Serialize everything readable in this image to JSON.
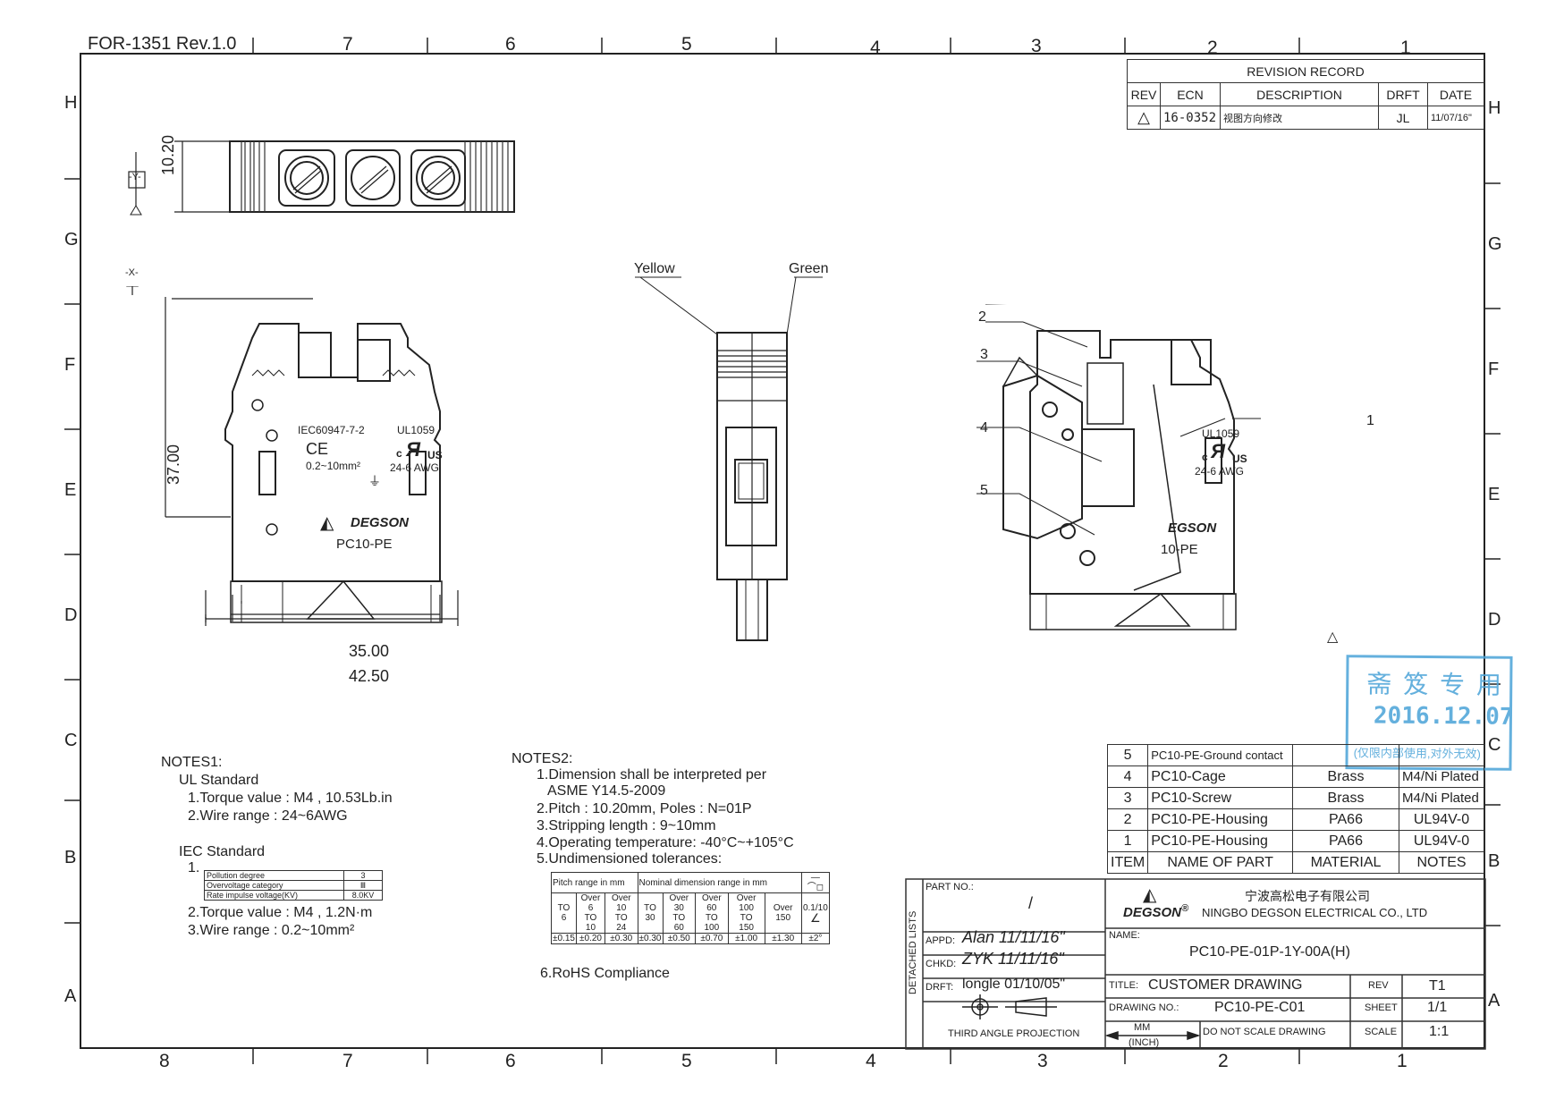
{
  "form_ref": "FOR-1351 Rev.1.0",
  "border": {
    "top_cols": [
      "7",
      "6",
      "5",
      "4",
      "3",
      "2",
      "1"
    ],
    "bottom_cols": [
      "8",
      "7",
      "6",
      "5",
      "4",
      "3",
      "2",
      "1"
    ],
    "left_rows": [
      "H",
      "G",
      "F",
      "E",
      "D",
      "C",
      "B",
      "A"
    ],
    "right_rows": [
      "H",
      "G",
      "F",
      "E",
      "D",
      "C",
      "B",
      "A"
    ]
  },
  "revision": {
    "title": "REVISION RECORD",
    "headers": [
      "REV",
      "ECN",
      "DESCRIPTION",
      "DRFT",
      "DATE"
    ],
    "row": {
      "rev": "△",
      "ecn": "16-0352",
      "desc": "视图方向修改",
      "drft": "JL",
      "date": "11/07/16\""
    }
  },
  "top_view": {
    "datum": "-Y-",
    "dim": "10.20"
  },
  "front_view": {
    "datum": "-X-",
    "height": "37.00",
    "w1": "35.00",
    "w2": "42.50",
    "iec": "IEC60947-7-2",
    "ul": "UL1059",
    "ce": "CE",
    "mm": "0.2~10mm²",
    "awg": "24-6 AWG",
    "brand": "DEGSON",
    "model": "PC10-PE",
    "c": "c",
    "us": "US"
  },
  "side_view": {
    "yellow": "Yellow",
    "green": "Green"
  },
  "section_view": {
    "callouts": [
      "1",
      "2",
      "3",
      "4",
      "5"
    ],
    "ul": "UL1059",
    "awg": "24-6 AWG",
    "brand": "EGSON",
    "model": "10-PE",
    "c": "c",
    "us": "US"
  },
  "notes1": {
    "title": "NOTES1:",
    "ul_std": "UL Standard",
    "ul1": "1.Torque value : M4 , 10.53Lb.in",
    "ul2": "2.Wire range : 24~6AWG",
    "iec_std": "IEC Standard",
    "iec1": "1.",
    "iec_table": [
      [
        "Pollution degree",
        "3"
      ],
      [
        "Overvoltage category",
        "Ⅲ"
      ],
      [
        "Rate impulse voltage(KV)",
        "8.0KV"
      ]
    ],
    "iec2": "2.Torque value : M4 , 1.2N·m",
    "iec3": "3.Wire range : 0.2~10mm²"
  },
  "notes2": {
    "title": "NOTES2:",
    "n1a": "1.Dimension shall be interpreted per",
    "n1b": "ASME Y14.5-2009",
    "n2": "2.Pitch : 10.20mm, Poles : N=01P",
    "n3": "3.Stripping length : 9~10mm",
    "n4": "4.Operating temperature: -40°C~+105°C",
    "n5": "5.Undimensioned tolerances:",
    "n6": "6.RoHS Compliance",
    "tol": {
      "pitch_hdr": "Pitch range in mm",
      "nom_hdr": "Nominal dimension range in mm",
      "sym": "—⌒◻",
      "pitch_cols": [
        [
          "",
          "TO",
          "6"
        ],
        [
          "Over 6",
          "TO",
          "10"
        ],
        [
          "Over 10",
          "TO",
          "24"
        ]
      ],
      "nom_cols": [
        [
          "",
          "TO",
          "30"
        ],
        [
          "Over 30",
          "TO",
          "60"
        ],
        [
          "Over 60",
          "TO",
          "100"
        ],
        [
          "Over 100",
          "TO",
          "150"
        ],
        [
          "Over 150",
          "",
          ""
        ]
      ],
      "ratio": "0.1/10",
      "angle": "∠",
      "tols": [
        "±0.15",
        "±0.20",
        "±0.30",
        "±0.30",
        "±0.50",
        "±0.70",
        "±1.00",
        "±1.30",
        "±2°"
      ]
    }
  },
  "stamp": {
    "l1": "斋 笈 专 用",
    "l2": "2016.12.07",
    "l3": "(仅限内部使用,对外无效)"
  },
  "bom": {
    "rows": [
      [
        "5",
        "PC10-PE-Ground contact",
        "",
        ""
      ],
      [
        "4",
        "PC10-Cage",
        "Brass",
        "M4/Ni Plated"
      ],
      [
        "3",
        "PC10-Screw",
        "Brass",
        "M4/Ni Plated"
      ],
      [
        "2",
        "PC10-PE-Housing",
        "PA66",
        "UL94V-0"
      ],
      [
        "1",
        "PC10-PE-Housing",
        "PA66",
        "UL94V-0"
      ]
    ],
    "headers": [
      "ITEM",
      "NAME OF PART",
      "MATERIAL",
      "NOTES"
    ]
  },
  "title_block": {
    "part_no_label": "PART NO.:",
    "part_no": "/",
    "detached": "DETACHED LISTS",
    "appd_label": "APPD:",
    "appd": "Alan 11/11/16\"",
    "chkd_label": "CHKD:",
    "chkd": "ZYK 11/11/16\"",
    "drft_label": "DRFT:",
    "drft": "longle 01/10/05\"",
    "company_cn": "宁波高松电子有限公司",
    "company_en": "NINGBO DEGSON ELECTRICAL CO., LTD",
    "brand": "DEGSON",
    "reg": "®",
    "name_label": "NAME:",
    "name": "PC10-PE-01P-1Y-00A(H)",
    "title_label": "TITLE:",
    "title": "CUSTOMER DRAWING",
    "rev_label": "REV",
    "rev": "T1",
    "dwg_label": "DRAWING NO.:",
    "dwg": "PC10-PE-C01",
    "sheet_label": "SHEET",
    "sheet": "1/1",
    "mm": "MM",
    "inch": "(INCH)",
    "dns": "DO NOT SCALE DRAWING",
    "scale_label": "SCALE",
    "scale": "1:1",
    "projection": "THIRD ANGLE PROJECTION"
  }
}
